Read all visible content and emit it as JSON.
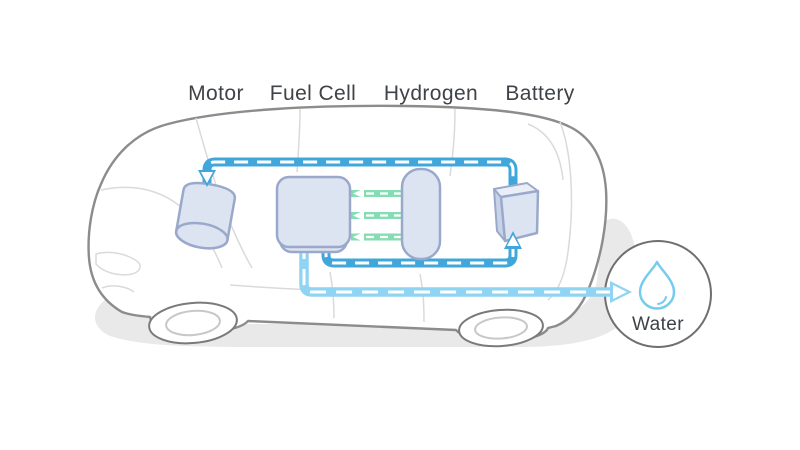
{
  "diagram": {
    "type": "fuel-cell-vehicle-schematic",
    "components": [
      {
        "id": "motor",
        "label": "Motor"
      },
      {
        "id": "fuel-cell",
        "label": "Fuel Cell"
      },
      {
        "id": "hydrogen",
        "label": "Hydrogen"
      },
      {
        "id": "battery",
        "label": "Battery"
      }
    ],
    "water": {
      "label": "Water",
      "icon": "water-droplet-icon"
    },
    "flows": [
      {
        "name": "electricity-to-motor",
        "from": "Battery",
        "to": "Motor",
        "color_key": "flow_primary"
      },
      {
        "name": "electricity-to-battery",
        "from": "Fuel Cell",
        "to": "Battery",
        "color_key": "flow_primary"
      },
      {
        "name": "hydrogen-to-fuel-cell",
        "from": "Hydrogen",
        "to": "Fuel Cell",
        "color_key": "flow_hydrogen"
      },
      {
        "name": "water-output",
        "from": "Fuel Cell",
        "to": "Water",
        "color_key": "flow_water"
      }
    ],
    "colors": {
      "flow_primary": "#41A7DB",
      "flow_water": "#8FD4F2",
      "flow_hydrogen": "#86DDB3",
      "component_fill": "#DCE3F1",
      "component_fill_light": "#EAEFF7",
      "component_fill_dark": "#C9D3E7",
      "component_stroke": "#9AA9CB",
      "car_outline": "#8C8C8C",
      "car_detail": "#DADADA",
      "shadow": "#E9E9E9",
      "wheel": "#7A7A7A",
      "wheel_inner": "#C8C8C8",
      "circle_border": "#6F6F6F",
      "water_icon": "#76CCEF",
      "label_text": "#3F4246"
    }
  }
}
